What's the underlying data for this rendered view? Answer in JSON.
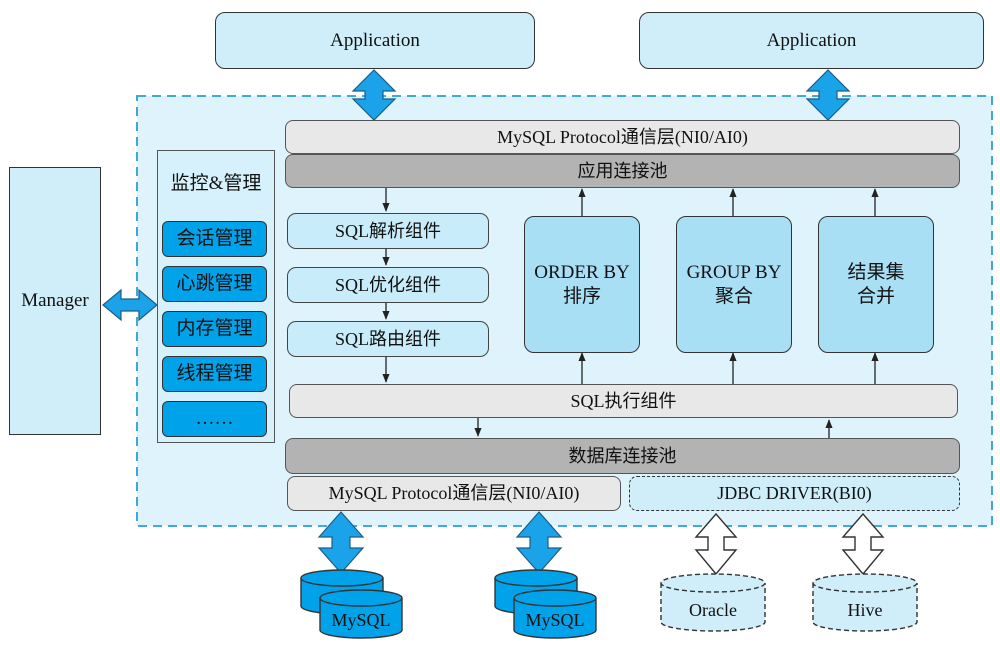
{
  "applications": [
    "Application",
    "Application"
  ],
  "manager": "Manager",
  "monitor": {
    "title": "监控&管理",
    "items": [
      "会话管理",
      "心跳管理",
      "内存管理",
      "线程管理",
      "……"
    ]
  },
  "protocol_top": "MySQL Protocol通信层(NI0/AI0)",
  "app_pool": "应用连接池",
  "sql_steps": [
    "SQL解析组件",
    "SQL优化组件",
    "SQL路由组件"
  ],
  "operators": [
    {
      "line1": "ORDER BY",
      "line2": "排序"
    },
    {
      "line1": "GROUP BY",
      "line2": "聚合"
    },
    {
      "line1": "结果集",
      "line2": "合并"
    }
  ],
  "sql_exec": "SQL执行组件",
  "db_pool": "数据库连接池",
  "protocol_bottom": "MySQL Protocol通信层(NI0/AI0)",
  "jdbc": "JDBC DRIVER(BI0)",
  "databases": [
    "MySQL",
    "MySQL",
    "Oracle",
    "Hive"
  ],
  "colors": {
    "light_blue": "#cfeefa",
    "accent_blue": "#00a2e9",
    "arrow_blue": "#1aa3e8",
    "light_gray": "#e8e8e8",
    "dark_gray": "#b3b3b3"
  }
}
